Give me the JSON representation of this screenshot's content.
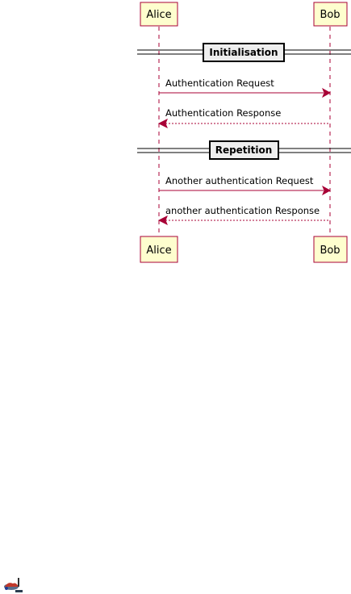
{
  "participants": [
    {
      "name": "Alice"
    },
    {
      "name": "Bob"
    }
  ],
  "dividers": [
    {
      "label": "Initialisation"
    },
    {
      "label": "Repetition"
    }
  ],
  "messages": [
    {
      "label": "Authentication Request",
      "from": "Alice",
      "to": "Bob",
      "style": "solid"
    },
    {
      "label": "Authentication Response",
      "from": "Bob",
      "to": "Alice",
      "style": "dashed"
    },
    {
      "label": "Another authentication Request",
      "from": "Alice",
      "to": "Bob",
      "style": "solid"
    },
    {
      "label": "another authentication Response",
      "from": "Bob",
      "to": "Alice",
      "style": "dashed"
    }
  ],
  "colors": {
    "participant_fill": "#FEFECE",
    "participant_border": "#A80036",
    "lifeline": "#A80036",
    "arrow": "#A80036",
    "divider_box_fill": "#EEEEEE",
    "divider_line": "#000000"
  },
  "footer_icon": "plantuml-logo-icon"
}
